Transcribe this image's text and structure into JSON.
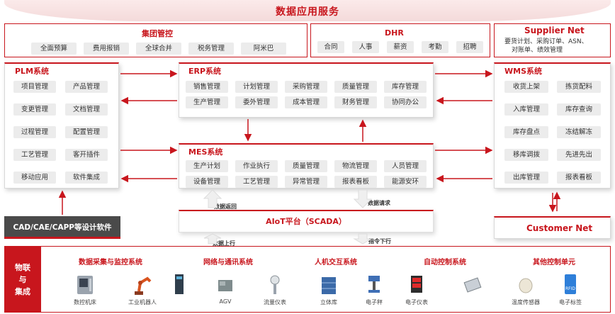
{
  "banner": {
    "title": "数据应用服务"
  },
  "group": {
    "title": "集团管控",
    "items": [
      "全面预算",
      "费用报销",
      "全球合并",
      "税务管理",
      "阿米巴"
    ]
  },
  "dhr": {
    "title": "DHR",
    "items": [
      "合同",
      "人事",
      "薪资",
      "考勤",
      "招聘"
    ]
  },
  "supplier": {
    "title": "Supplier Net",
    "text_line1": "要货计划、采购订单、ASN、",
    "text_line2": "对账单、绩效管理"
  },
  "plm": {
    "title": "PLM系统",
    "items": [
      "项目管理",
      "产品管理",
      "变更管理",
      "文档管理",
      "过程管理",
      "配置管理",
      "工艺管理",
      "客开插件",
      "移动应用",
      "软件集成"
    ]
  },
  "erp": {
    "title": "ERP系统",
    "items": [
      "销售管理",
      "计划管理",
      "采购管理",
      "质量管理",
      "库存管理",
      "生产管理",
      "委外管理",
      "成本管理",
      "财务管理",
      "协同办公"
    ]
  },
  "mes": {
    "title": "MES系统",
    "items": [
      "生产计划",
      "作业执行",
      "质量管理",
      "物流管理",
      "人员管理",
      "设备管理",
      "工艺管理",
      "异常管理",
      "报表看板",
      "能源安环"
    ]
  },
  "wms": {
    "title": "WMS系统",
    "items": [
      "收货上架",
      "拣货配料",
      "入库管理",
      "库存查询",
      "库存盘点",
      "冻结解冻",
      "移库调拨",
      "先进先出",
      "出库管理",
      "报表看板"
    ]
  },
  "customer": {
    "title": "Customer Net"
  },
  "cad": {
    "label": "CAD/CAE/CAPP等设计软件"
  },
  "aiot": {
    "label": "AIoT平台（SCADA）"
  },
  "flows": {
    "data_return": "数据返回",
    "data_request": "数据请求",
    "data_up": "数据上行",
    "command_down": "指令下行"
  },
  "iot": {
    "side_label_1": "物联",
    "side_label_2": "与",
    "side_label_3": "集成",
    "categories": [
      "数据采集与监控系统",
      "网络与通讯系统",
      "人机交互系统",
      "自动控制系统",
      "其他控制单元"
    ],
    "devices": [
      "数控机床",
      "工业机器人",
      "",
      "AGV",
      "流量仪表",
      "立体库",
      "电子秤",
      "电子仪表",
      "",
      "温度传感器",
      "电子标签"
    ]
  },
  "colors": {
    "accent": "#c8161d",
    "chip": "#ececec",
    "dark": "#4a4a4a"
  }
}
